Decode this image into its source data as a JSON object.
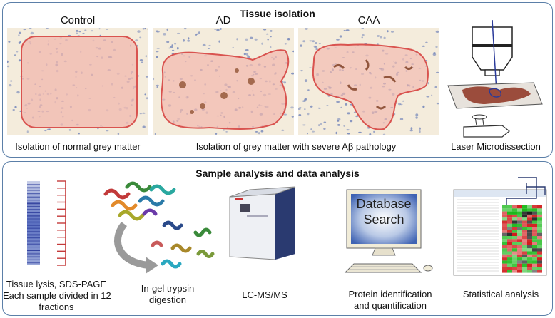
{
  "tissue_isolation": {
    "title": "Tissue isolation",
    "columns": [
      "Control",
      "AD",
      "CAA"
    ],
    "caption_normal": "Isolation of normal grey matter",
    "caption_pathology": "Isolation of grey matter with severe Aβ pathology",
    "caption_laser": "Laser Microdissection"
  },
  "sample_analysis": {
    "title": "Sample analysis and data analysis",
    "steps": [
      {
        "line1": "Tissue lysis, SDS-PAGE",
        "line2": "Each sample divided in 12",
        "line3": "fractions"
      },
      {
        "line1": "In-gel trypsin",
        "line2": "digestion"
      },
      {
        "line1": "LC-MS/MS"
      },
      {
        "line1": "Protein identification",
        "line2": "and quantification"
      },
      {
        "line1": "Statistical analysis"
      }
    ],
    "monitor_text": {
      "line1": "Database",
      "line2": "Search"
    },
    "gel_fractions": 12
  },
  "colors": {
    "panel_border": "#5b7fa8",
    "roi_outline": "#d9534f",
    "roi_fill": "#f2b8ad",
    "tissue_bg": "#f4ecdc",
    "nuclei": "#6b7fb8"
  }
}
